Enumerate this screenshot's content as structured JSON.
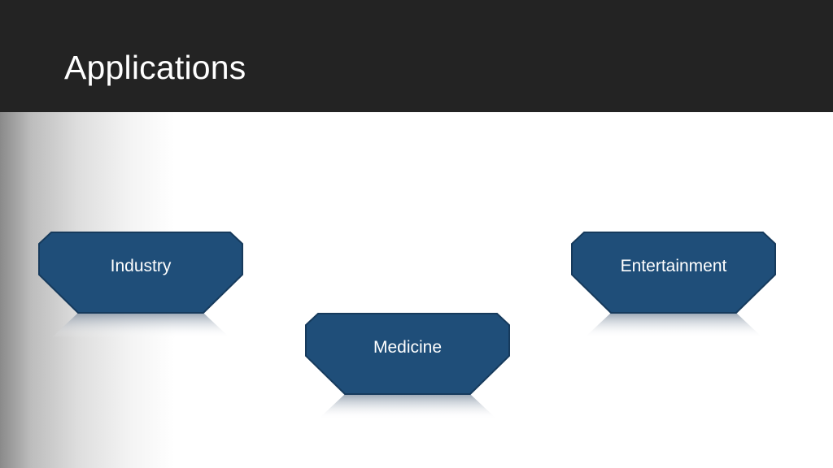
{
  "slide": {
    "title": "Applications",
    "colors": {
      "header_bg": "#232323",
      "card_fill": "#1f4e79",
      "card_border": "#163a5c"
    }
  },
  "cards": [
    {
      "label": "Industry"
    },
    {
      "label": "Medicine"
    },
    {
      "label": "Entertainment"
    }
  ]
}
